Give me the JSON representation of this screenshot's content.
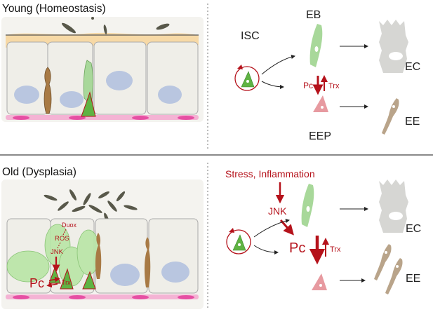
{
  "panels": {
    "young": {
      "title": "Young (Homeostasis)",
      "labels": {
        "isc": "ISC",
        "eb": "EB",
        "ec": "EC",
        "eep": "EEP",
        "ee": "EE",
        "pc": "Pc",
        "trx": "Trx"
      }
    },
    "old": {
      "title": "Old (Dysplasia)",
      "tissue_labels": {
        "duox": "Duox",
        "ros": "ROS",
        "jnk": "JNK",
        "pc": "Pc",
        "trx": "Trx"
      },
      "labels": {
        "stress": "Stress, Inflammation",
        "jnk": "JNK",
        "pc": "Pc",
        "trx": "Trx",
        "ec": "EC",
        "ee": "EE"
      }
    }
  },
  "colors": {
    "red": "#b5121b",
    "green_cell": "#a8d89a",
    "green_dark": "#5fb343",
    "ec_gray": "#d6d6d3",
    "ee_brown": "#b9a48a",
    "eep_pink": "#e79aa0",
    "nucleus_blue": "#b9c6e0",
    "cell_bg": "#efeee8",
    "lumen_yellow": "#f7d9a6",
    "muscle_pink": "#e64fa3"
  }
}
